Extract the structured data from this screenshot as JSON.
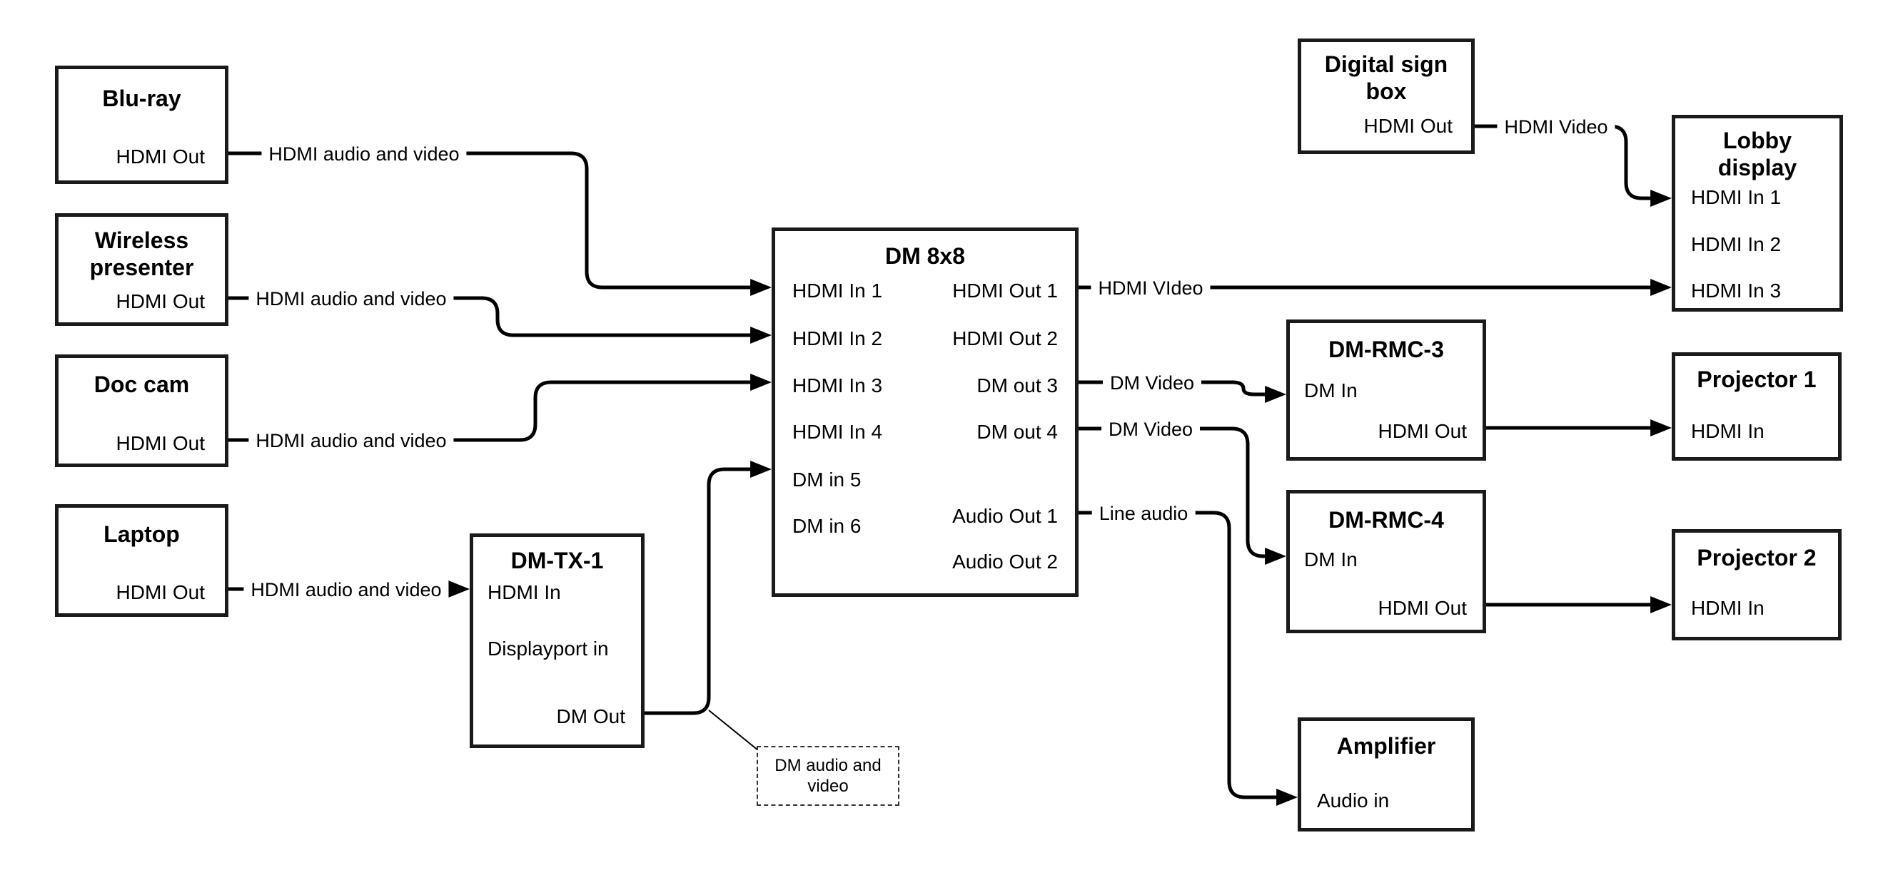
{
  "colors": {
    "background": "#ffffff",
    "line": "#000000",
    "box_border": "#1a1a1a"
  },
  "nodes": {
    "bluray": {
      "title": "Blu-ray",
      "port": "HDMI Out"
    },
    "wireless": {
      "title": "Wireless presenter",
      "port": "HDMI Out"
    },
    "doccam": {
      "title": "Doc cam",
      "port": "HDMI Out"
    },
    "laptop": {
      "title": "Laptop",
      "port": "HDMI Out"
    },
    "dmtx1": {
      "title": "DM-TX-1",
      "port_hdmi_in": "HDMI In",
      "port_displayport_in": "Displayport in",
      "port_dm_out": "DM Out"
    },
    "dm8x8": {
      "title": "DM 8x8",
      "inputs": [
        "HDMI In 1",
        "HDMI In 2",
        "HDMI In 3",
        "HDMI In 4",
        "DM in 5",
        "DM in 6"
      ],
      "outputs": [
        "HDMI Out 1",
        "HDMI Out 2",
        "DM out 3",
        "DM out 4",
        "Audio Out 1",
        "Audio Out 2"
      ]
    },
    "signbox": {
      "title": "Digital sign box",
      "port": "HDMI Out"
    },
    "lobby": {
      "title": "Lobby display",
      "ports": [
        "HDMI In 1",
        "HDMI In 2",
        "HDMI In 3"
      ]
    },
    "rmc3": {
      "title": "DM-RMC-3",
      "port_dm_in": "DM In",
      "port_hdmi_out": "HDMI Out"
    },
    "proj1": {
      "title": "Projector 1",
      "port": "HDMI In"
    },
    "rmc4": {
      "title": "DM-RMC-4",
      "port_dm_in": "DM In",
      "port_hdmi_out": "HDMI Out"
    },
    "proj2": {
      "title": "Projector 2",
      "port": "HDMI In"
    },
    "amplifier": {
      "title": "Amplifier",
      "port": "Audio in"
    }
  },
  "edges": {
    "bluray_to_dm8x8": "HDMI audio and video",
    "wireless_to_dm8x8": "HDMI audio and video",
    "doccam_to_dm8x8": "HDMI audio and video",
    "laptop_to_dmtx1": "HDMI audio and video",
    "dm8x8_hdmi_out1": "HDMI VIdeo",
    "signbox_to_lobby": "HDMI Video",
    "dm8x8_dm_out3": "DM Video",
    "dm8x8_dm_out4": "DM Video",
    "dm8x8_audio_out1": "Line audio"
  },
  "annotation": {
    "text": "DM audio and video"
  }
}
